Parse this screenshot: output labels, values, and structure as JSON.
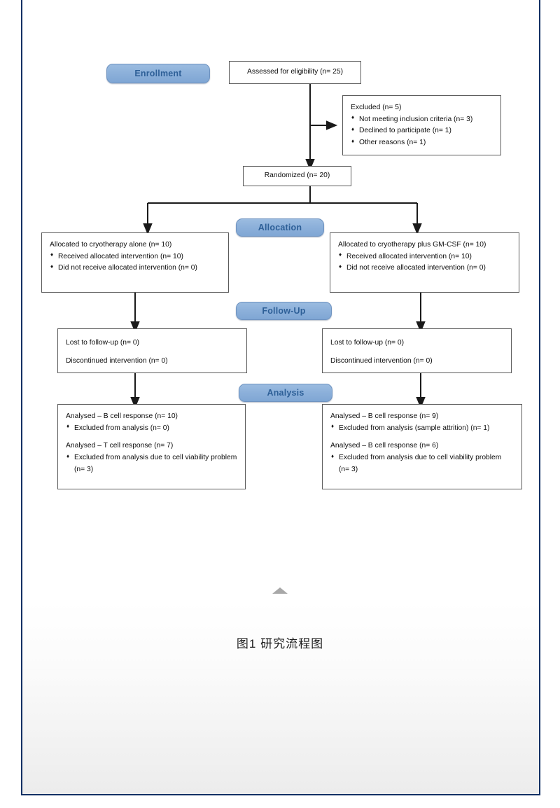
{
  "page": {
    "border_color": "#123064",
    "caption": "图1 研究流程图",
    "scroll_marker_icon": "triangle-up-icon"
  },
  "theme": {
    "pill_fill": "#8cb0da",
    "pill_text": "#2d5f97",
    "box_border": "#5a5a5a",
    "connector": "#1a1a1a"
  },
  "stages": [
    {
      "id": "enrollment",
      "label": "Enrollment"
    },
    {
      "id": "allocation",
      "label": "Allocation"
    },
    {
      "id": "followup",
      "label": "Follow-Up"
    },
    {
      "id": "analysis",
      "label": "Analysis"
    }
  ],
  "nodes": {
    "assessed": {
      "title": "Assessed for eligibility (n= 25)"
    },
    "excluded": {
      "title": "Excluded (n= 5)",
      "items": [
        "Not meeting inclusion criteria (n= 3)",
        "Declined to participate (n= 1)",
        "Other reasons (n= 1)"
      ]
    },
    "randomized": {
      "title": "Randomized (n= 20)"
    },
    "allocation_left": {
      "title": "Allocated to cryotherapy alone (n= 10)",
      "items": [
        "Received allocated intervention (n= 10)",
        "Did not receive allocated intervention (n= 0)"
      ]
    },
    "allocation_right": {
      "title": "Allocated to cryotherapy plus GM-CSF (n= 10)",
      "items": [
        "Received allocated intervention (n= 10)",
        "Did not receive allocated intervention (n= 0)"
      ]
    },
    "followup_left": {
      "line1": "Lost to follow-up (n= 0)",
      "line2": "Discontinued intervention (n= 0)"
    },
    "followup_right": {
      "line1": "Lost to follow-up (n= 0)",
      "line2": "Discontinued intervention (n= 0)"
    },
    "analysis_left": {
      "title1": "Analysed – B cell response (n= 10)",
      "item1": "Excluded from analysis (n= 0)",
      "title2": "Analysed – T cell response (n= 7)",
      "item2": "Excluded from analysis due to cell viability problem (n= 3)"
    },
    "analysis_right": {
      "title1": "Analysed – B cell response (n= 9)",
      "item1": "Excluded from analysis (sample attrition) (n= 1)",
      "title2": "Analysed – B cell response (n= 6)",
      "item2": "Excluded from analysis due to cell viability problem (n= 3)"
    }
  }
}
